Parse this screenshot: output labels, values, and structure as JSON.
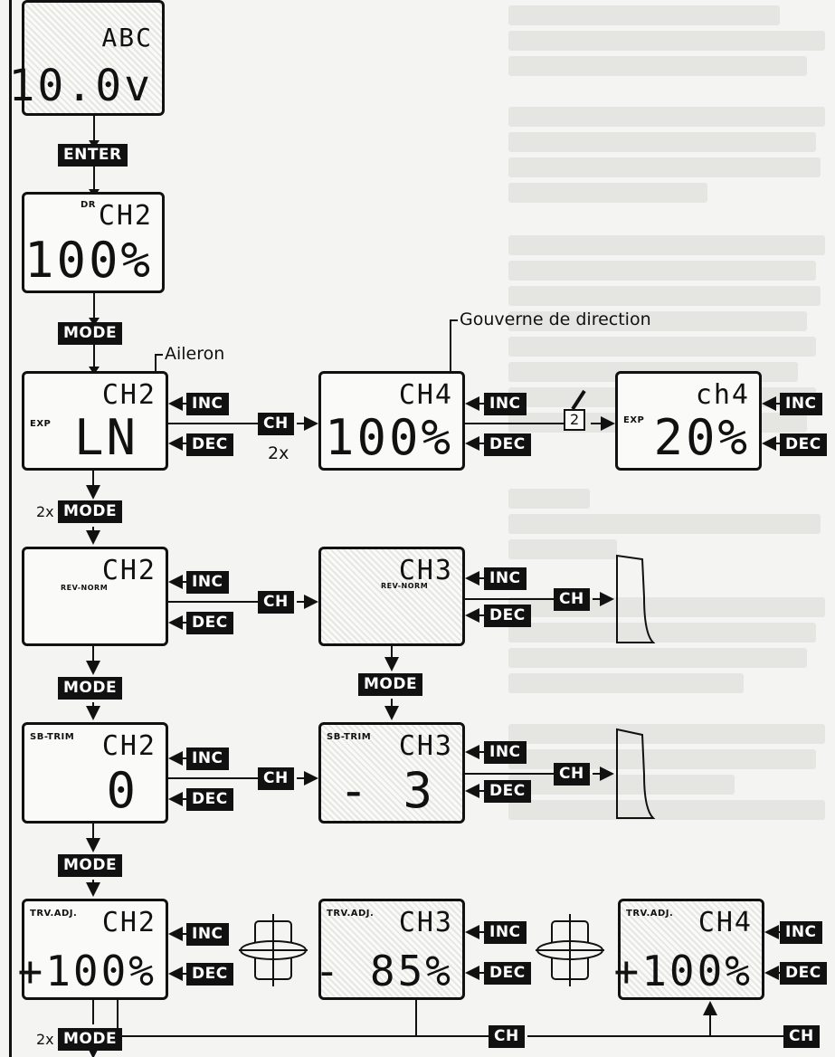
{
  "screens": {
    "abc": {
      "top": "ABC",
      "big": "10.0v"
    },
    "ch2_rate": {
      "tag": "DR",
      "top": "CH2",
      "big": "100"
    },
    "ch2_exp": {
      "tag": "EXP",
      "top": "CH2",
      "big": "LN"
    },
    "ch4_rate": {
      "top": "CH4",
      "big": "100"
    },
    "ch4_exp": {
      "tag": "EXP",
      "top": "ch4",
      "big": "20"
    },
    "ch2_rev": {
      "tag": "REV-NORM",
      "top": "CH2"
    },
    "ch3_rev": {
      "tag": "REV-NORM",
      "top": "CH3"
    },
    "ch2_subtrim": {
      "tag": "SB-TRIM",
      "top": "CH2",
      "big": "0"
    },
    "ch3_subtrim": {
      "tag": "SB-TRIM",
      "top": "CH3",
      "big": "- 3"
    },
    "ch2_travel": {
      "tag": "TRV.ADJ.",
      "top": "CH2",
      "big": "+100"
    },
    "ch3_travel": {
      "tag": "TRV.ADJ.",
      "top": "CH3",
      "big": "- 85"
    },
    "ch4_travel": {
      "tag": "TRV.ADJ.",
      "top": "CH4",
      "big": "+100"
    }
  },
  "keys": {
    "enter": "ENTER",
    "mode": "MODE",
    "inc": "INC",
    "dec": "DEC",
    "ch": "CH"
  },
  "labels": {
    "aileron": "Aileron",
    "rudder": "Gouverne de direction",
    "times2": "2x",
    "times2_mode": "2x",
    "switch_num": "2"
  }
}
